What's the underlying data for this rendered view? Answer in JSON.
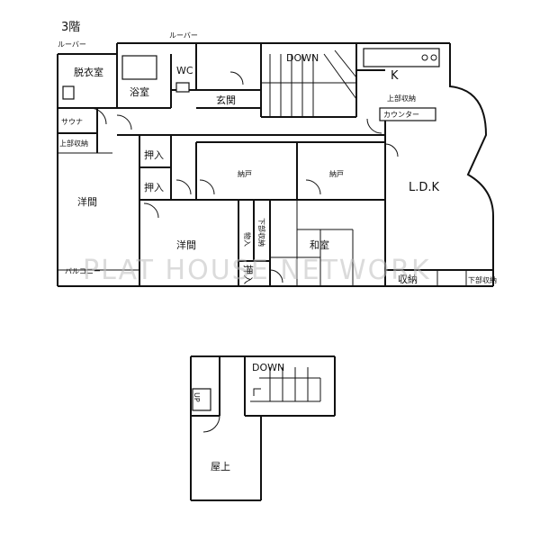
{
  "floor_label": "3階",
  "rooms": {
    "wc": "WC",
    "bath": "浴室",
    "dressing": "脱衣室",
    "sauna": "サウナ",
    "entrance": "玄関",
    "kitchen": "K",
    "ldk": "L.D.K",
    "storage_left": "納戸",
    "storage_right": "納戸",
    "western_left": "洋間",
    "western_center": "洋間",
    "japanese": "和室",
    "rooftop": "屋上"
  },
  "closets": {
    "oshiire_top": "押入",
    "oshiire_mid": "押入",
    "oshiire_bottom": "押入",
    "upper_left": "上部収納",
    "upper_kitchen": "上部収納",
    "lower_storage": "下部収納",
    "lower_small": "下部収納",
    "storage": "収納",
    "cabinet": "物入"
  },
  "fixtures": {
    "louver_left": "ルーバー",
    "louver_wc": "ルーバー",
    "counter": "カウンター",
    "balcony": "バルコニー",
    "down_main": "DOWN",
    "down_roof": "DOWN",
    "up_roof": "UP"
  },
  "watermark": "PLAT HOUSE NETWORK"
}
